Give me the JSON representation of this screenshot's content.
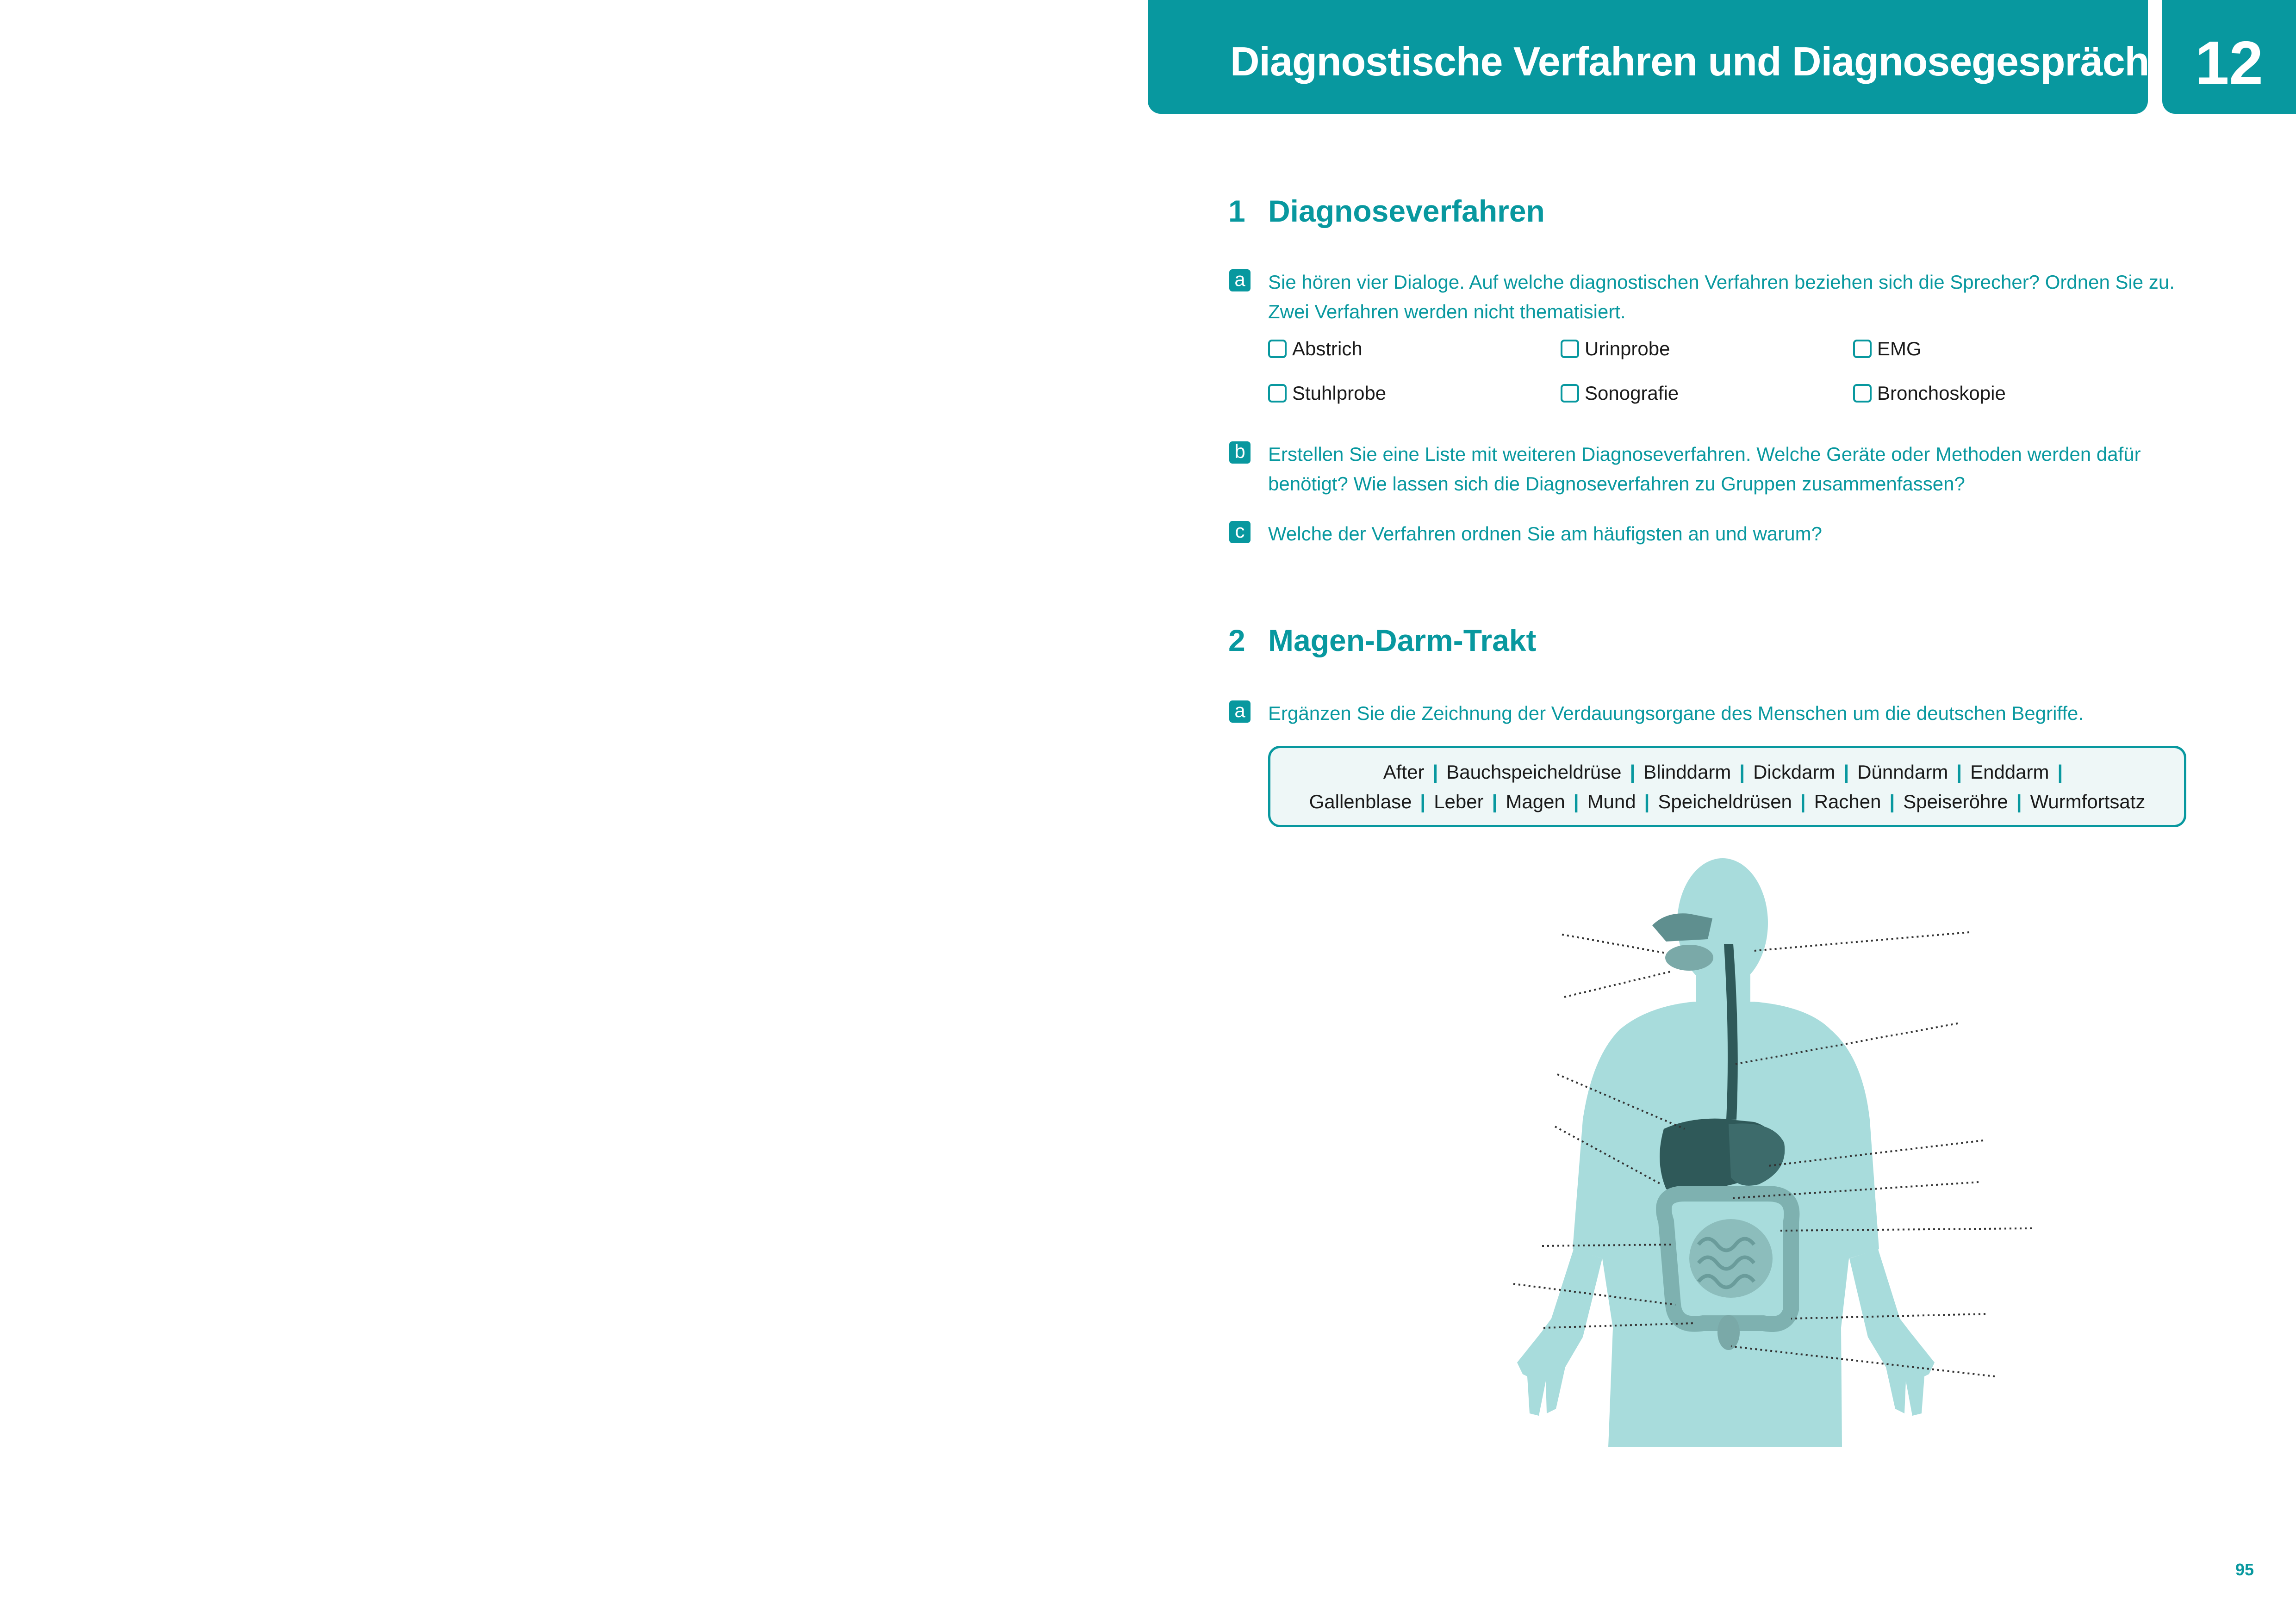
{
  "header": {
    "title": "Diagnostische Verfahren und Diagnosegespräch",
    "chapter_number": "12"
  },
  "section1": {
    "number": "1",
    "title": "Diagnoseverfahren",
    "task_a": {
      "letter": "a",
      "line1": "Sie hören vier Dialoge. Auf welche diagnostischen Verfahren beziehen sich die Sprecher? Ordnen Sie zu.",
      "line2": "Zwei Verfahren werden nicht thematisiert.",
      "options": [
        "Abstrich",
        "Urinprobe",
        "EMG",
        "Stuhlprobe",
        "Sonografie",
        "Bronchoskopie"
      ]
    },
    "task_b": {
      "letter": "b",
      "line1": "Erstellen Sie eine Liste mit weiteren Diagnoseverfahren. Welche Geräte oder Methoden werden dafür",
      "line2": "benötigt? Wie lassen sich die Diagnoseverfahren zu Gruppen zusammenfassen?"
    },
    "task_c": {
      "letter": "c",
      "line1": "Welche der Verfahren ordnen Sie am häufigsten an und warum?"
    }
  },
  "section2": {
    "number": "2",
    "title": "Magen-Darm-Trakt",
    "task_a": {
      "letter": "a",
      "line1": "Ergänzen Sie die Zeichnung der Verdauungsorgane des Menschen um die deutschen Begriffe."
    },
    "words_row1": [
      "After",
      "Bauchspeicheldrüse",
      "Blinddarm",
      "Dickdarm",
      "Dünndarm",
      "Enddarm"
    ],
    "words_row2": [
      "Gallenblase",
      "Leber",
      "Magen",
      "Mund",
      "Speicheldrüsen",
      "Rachen",
      "Speiseröhre",
      "Wurmfortsatz"
    ]
  },
  "colors": {
    "accent": "#08989f",
    "body_tint": "#a8dcdc",
    "organ_dark": "#2f5959"
  },
  "footer": {
    "page_number": "95"
  }
}
